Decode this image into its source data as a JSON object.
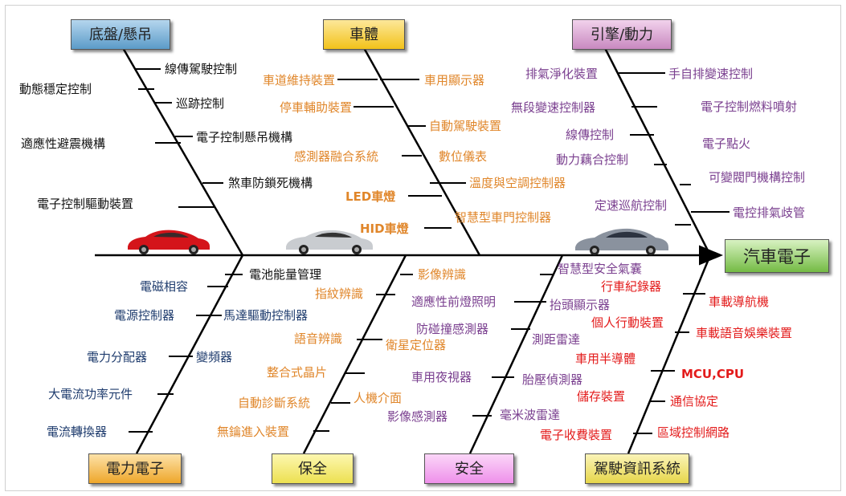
{
  "categories": {
    "chassis": "底盤/懸吊",
    "body": "車體",
    "engine": "引擎/動力",
    "power": "電力電子",
    "security": "保全",
    "safety": "安全",
    "infotainment": "駕駛資訊系統",
    "head": "汽車電子"
  },
  "colors": {
    "chassis_box": "#7fb3d5",
    "body_box": "#f6cd2e",
    "engine_box": "#d9a3d0",
    "power_box": "#f2b84a",
    "security_box": "#f2e86a",
    "safety_box": "#f0a8ee",
    "info_box": "#ede072",
    "head_box": "#8fcc63",
    "spine": "#000000"
  },
  "chassis_items": [
    "線傳駕駛控制",
    "動態穩定控制",
    "巡跡控制",
    "適應性避震機構",
    "電子控制懸吊機構",
    "煞車防鎖死機構",
    "電子控制驅動裝置"
  ],
  "body_items": [
    "車道維持裝置",
    "車用顯示器",
    "停車輔助裝置",
    "自動駕駛裝置",
    "感測器融合系統",
    "數位儀表",
    "溫度與空調控制器",
    "LED車燈",
    "HID車燈",
    "智慧型車門控制器"
  ],
  "engine_items": [
    "排氣淨化裝置",
    "手自排變速控制",
    "無段變速控制器",
    "電子控制燃料噴射",
    "線傳控制",
    "電子點火",
    "動力藕合控制",
    "可變閥門機構控制",
    "定速巡航控制",
    "電控排氣歧管"
  ],
  "power_items": [
    "電池能量管理",
    "電磁相容",
    "電源控制器",
    "馬達驅動控制器",
    "電力分配器",
    "變頻器",
    "大電流功率元件",
    "電流轉換器"
  ],
  "security_items": [
    "影像辨識",
    "指紋辨識",
    "語音辨識",
    "衛星定位器",
    "整合式晶片",
    "自動診斷系統",
    "人機介面",
    "無鑰進入裝置"
  ],
  "safety_items": [
    "智慧型安全氣囊",
    "適應性前燈照明",
    "抬頭顯示器",
    "防碰撞感測器",
    "測距雷達",
    "車用夜視器",
    "胎壓偵測器",
    "影像感測器",
    "毫米波雷達"
  ],
  "info_items": [
    "行車紀錄器",
    "車載導航機",
    "個人行動裝置",
    "車載語音娛樂裝置",
    "車用半導體",
    "MCU,CPU",
    "儲存裝置",
    "通信協定",
    "電子收費裝置",
    "區域控制網路"
  ]
}
